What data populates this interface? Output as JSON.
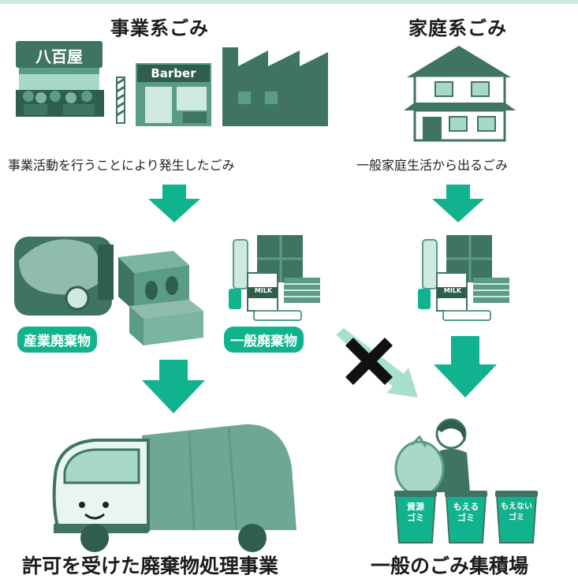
{
  "business": {
    "heading": "事業系ごみ",
    "description": "事業活動を行うことにより発生したごみ",
    "shop_sign": "八百屋",
    "barber_sign": "Barber",
    "industrial_badge": "産業廃棄物",
    "general_badge": "一般廃棄物",
    "destination": "許可を受けた廃棄物処理事業"
  },
  "household": {
    "heading": "家庭系ごみ",
    "description": "一般家庭生活から出るごみ",
    "destination": "一般のごみ集積場"
  },
  "milk_label": "MILK",
  "bins": [
    {
      "line1": "資源",
      "line2": "ゴミ"
    },
    {
      "line1": "もえる",
      "line2": "ゴミ"
    },
    {
      "line1": "もえない",
      "line2": "ゴミ"
    }
  ],
  "colors": {
    "accent": "#10b38e",
    "dark_green": "#3f7463",
    "mid_green": "#5a9c86",
    "light_green": "#a8d8c8"
  }
}
